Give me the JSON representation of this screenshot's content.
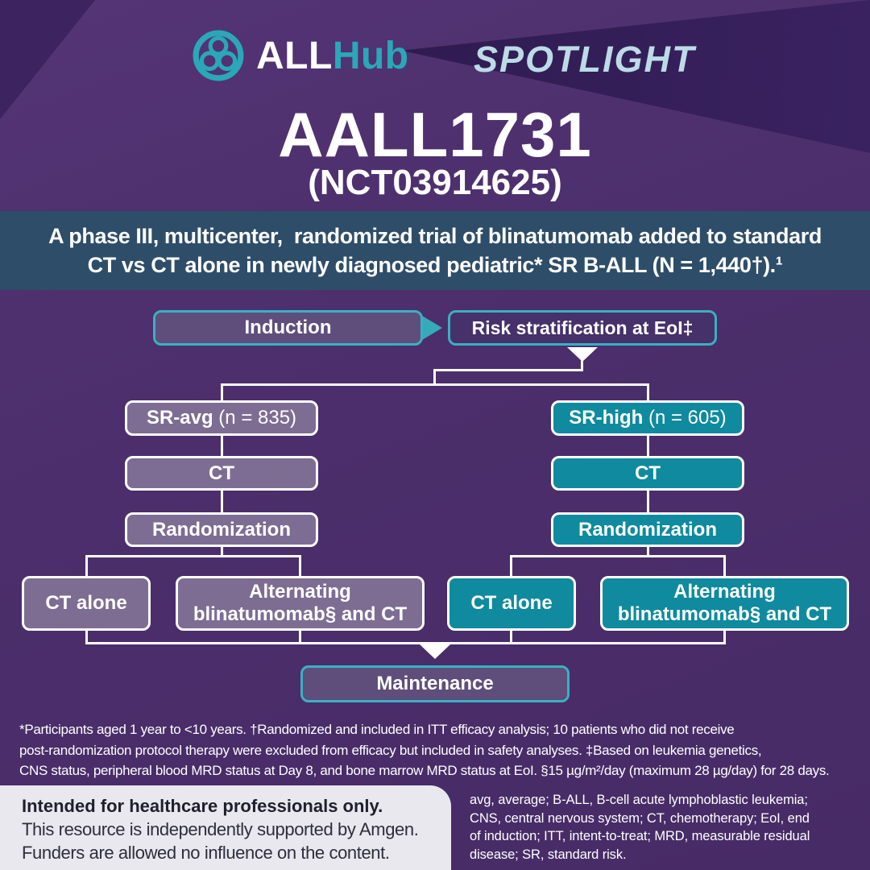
{
  "colors": {
    "background_purple": "#4b2e6b",
    "beam_dark_purple": "#35205a",
    "teal_accent": "#2aa7b8",
    "banner_slate_blue": "#2e4d69",
    "purple_box_fill": "#5f4e7c",
    "risk_box_fill": "#46316a",
    "mauve_box_fill": "#7e6d93",
    "teal_box_fill": "#0f8a9e",
    "footer_light_gray": "#e9e8ee",
    "spotlight_text": "#bcdbe7"
  },
  "header": {
    "brand_all": "ALL",
    "brand_hub": "Hub",
    "spotlight": "SPOTLIGHT",
    "logo_icon": "allhub-trefoil-icon"
  },
  "title": {
    "main": "AALL1731",
    "sub": "(NCT03914625)"
  },
  "banner": {
    "line1": "A phase III, multicenter,  randomized trial of blinatumomab added to standard",
    "line2": "CT vs CT alone in newly diagnosed pediatric* SR B-ALL (N = 1,440†).¹"
  },
  "flow": {
    "induction": "Induction",
    "risk_stratification": "Risk stratification at EoI‡",
    "maintenance": "Maintenance",
    "sr_avg": {
      "label_bold": "SR-avg",
      "label_rest": " (n = 835)",
      "ct": "CT",
      "randomization": "Randomization",
      "arm_control": "CT alone",
      "arm_experimental_line1": "Alternating",
      "arm_experimental_line2": "blinatumomab§ and CT"
    },
    "sr_high": {
      "label_bold": "SR-high",
      "label_rest": " (n = 605)",
      "ct": "CT",
      "randomization": "Randomization",
      "arm_control": "CT alone",
      "arm_experimental_line1": "Alternating",
      "arm_experimental_line2": "blinatumomab§ and CT"
    }
  },
  "footnotes": {
    "lines": [
      "*Participants aged 1 year to <10 years. †Randomized and included in ITT efficacy analysis; 10 patients who did not receive",
      "post-randomization protocol therapy were excluded from efficacy but included in safety analyses. ‡Based on leukemia genetics,",
      "CNS status, peripheral blood MRD status at Day 8, and bone marrow MRD status at EoI. §15 µg/m²/day (maximum 28 µg/day) for 28 days."
    ]
  },
  "footer": {
    "left": {
      "line1": "Intended for healthcare professionals only.",
      "line2": "This resource is independently supported by Amgen.",
      "line3": "Funders are allowed no influence on the content."
    },
    "abbreviations": [
      "avg, average; B-ALL, B-cell acute lymphoblastic leukemia;",
      "CNS, central nervous system; CT, chemotherapy; EoI, end",
      "of induction; ITT, intent-to-treat; MRD, measurable residual",
      "disease; SR, standard risk."
    ]
  }
}
